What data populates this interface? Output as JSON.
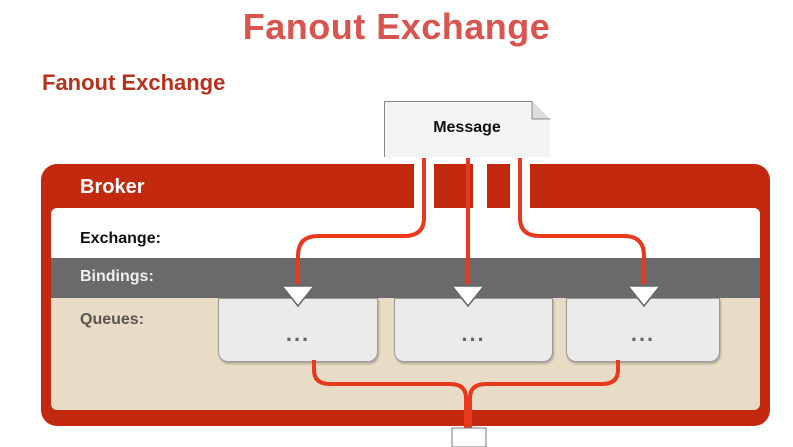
{
  "title": "Fanout Exchange",
  "diagram": {
    "subtitle": "Fanout Exchange",
    "message": "Message",
    "broker": "Broker",
    "rows": {
      "exchange": "Exchange:",
      "bindings": "Bindings:",
      "queues": "Queues:"
    },
    "queues": [
      "...",
      "...",
      "..."
    ],
    "colors": {
      "title": "#d9534f",
      "broker": "#c3290e",
      "flow": "#e8391d",
      "bindings_band": "#6a6a6a",
      "queues_band": "#e8dcc6"
    }
  }
}
